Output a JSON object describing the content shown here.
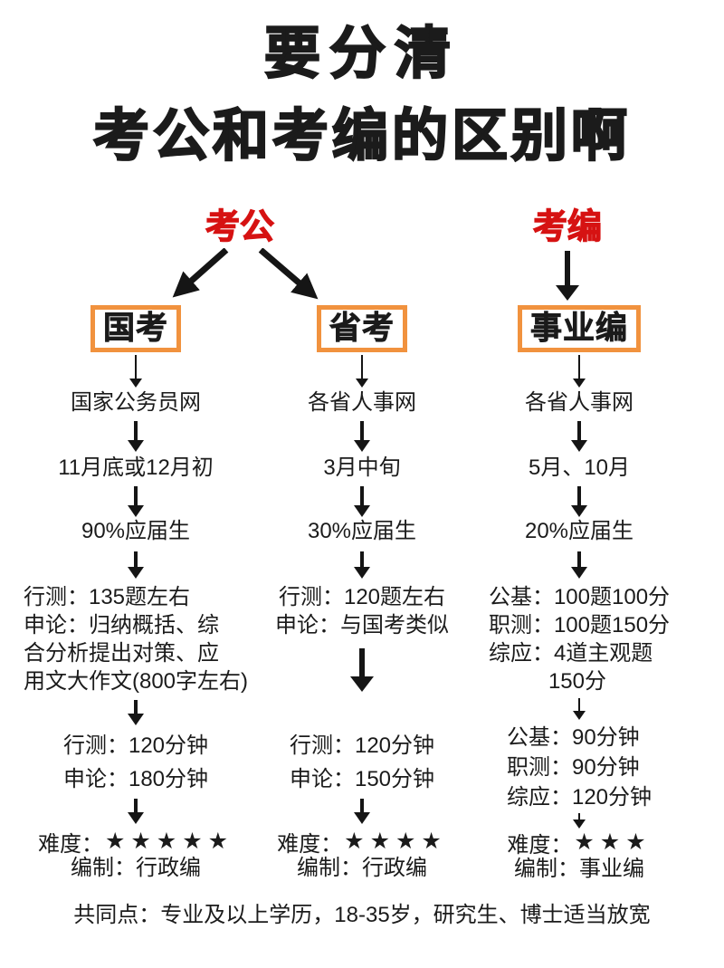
{
  "title": {
    "line1": "要分清",
    "line2": "考公和考编的区别啊"
  },
  "labels": {
    "kaogong": "考公",
    "kaobian": "考编",
    "difficulty": "难度："
  },
  "columns": [
    {
      "header": "国考",
      "site": "国家公务员网",
      "schedule": "11月底或12月初",
      "fresh_grad": "90%应届生",
      "exam_lines": [
        "行测：135题左右",
        "申论：归纳概括、综",
        "合分析提出对策、应",
        "用文大作文(800字左右)"
      ],
      "duration_lines": [
        "行测：120分钟",
        "申论：180分钟"
      ],
      "stars": "★★★★★",
      "establishment": "编制：行政编"
    },
    {
      "header": "省考",
      "site": "各省人事网",
      "schedule": "3月中旬",
      "fresh_grad": "30%应届生",
      "exam_lines": [
        "行测：120题左右",
        "申论：与国考类似"
      ],
      "duration_lines": [
        "行测：120分钟",
        "申论：150分钟"
      ],
      "stars": "★★★★",
      "establishment": "编制：行政编"
    },
    {
      "header": "事业编",
      "site": "各省人事网",
      "schedule": "5月、10月",
      "fresh_grad": "20%应届生",
      "exam_lines": [
        "公基：100题100分",
        "职测：100题150分",
        "综应：4道主观题",
        "150分"
      ],
      "duration_lines": [
        "公基：90分钟",
        "职测：90分钟",
        "综应：120分钟"
      ],
      "stars": "★★★",
      "establishment": "编制：事业编"
    }
  ],
  "footer": "共同点：专业及以上学历，18-35岁，研究生、博士适当放宽",
  "colors": {
    "accent_red": "#d61212",
    "accent_orange": "#f1923e",
    "text": "#1b1b1b",
    "background": "#ffffff"
  }
}
